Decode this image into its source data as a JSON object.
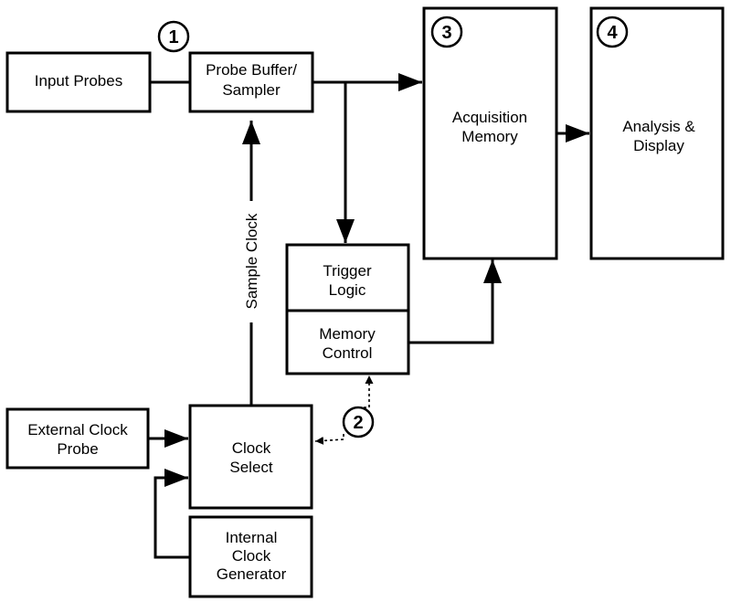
{
  "blocks": {
    "input_probes": [
      "Input Probes"
    ],
    "probe_buffer": [
      "Probe Buffer/",
      "Sampler"
    ],
    "acquisition_memory": [
      "Acquisition",
      "Memory"
    ],
    "analysis_display": [
      "Analysis &",
      "Display"
    ],
    "trigger_logic": [
      "Trigger",
      "Logic"
    ],
    "memory_control": [
      "Memory",
      "Control"
    ],
    "external_clock_probe": [
      "External Clock",
      "Probe"
    ],
    "clock_select": [
      "Clock",
      "Select"
    ],
    "internal_clock_generator": [
      "Internal",
      "Clock",
      "Generator"
    ]
  },
  "labels": {
    "sample_clock": "Sample Clock"
  },
  "markers": {
    "m1": "1",
    "m2": "2",
    "m3": "3",
    "m4": "4"
  }
}
